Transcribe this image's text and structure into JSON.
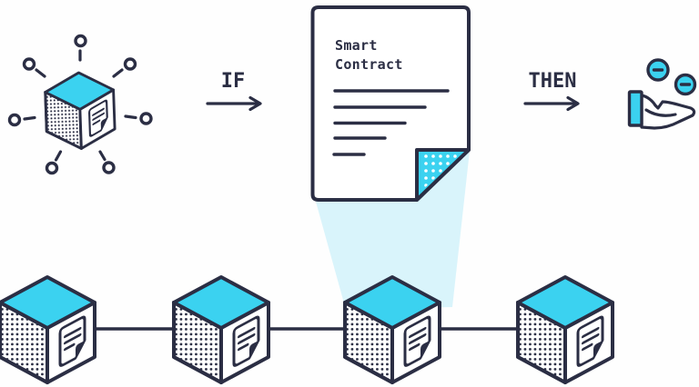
{
  "diagram": {
    "name": "smart-contract-flow-diagram",
    "labels": {
      "if": "IF",
      "then": "THEN",
      "contract_title_line1": "Smart",
      "contract_title_line2": "Contract"
    },
    "contract": {
      "body_line_count": 5,
      "folded_corner": true
    },
    "blockchain": {
      "block_count": 4,
      "connected": true,
      "highlighted_block_index": 3
    },
    "network": {
      "node_count": 7
    },
    "outcome": {
      "coin_count": 2
    },
    "colors": {
      "ink": "#2b2e44",
      "cyan": "#3bd2f0",
      "beam": "#d9f4fb",
      "paper": "#ffffff",
      "background": "#fefefe"
    }
  }
}
